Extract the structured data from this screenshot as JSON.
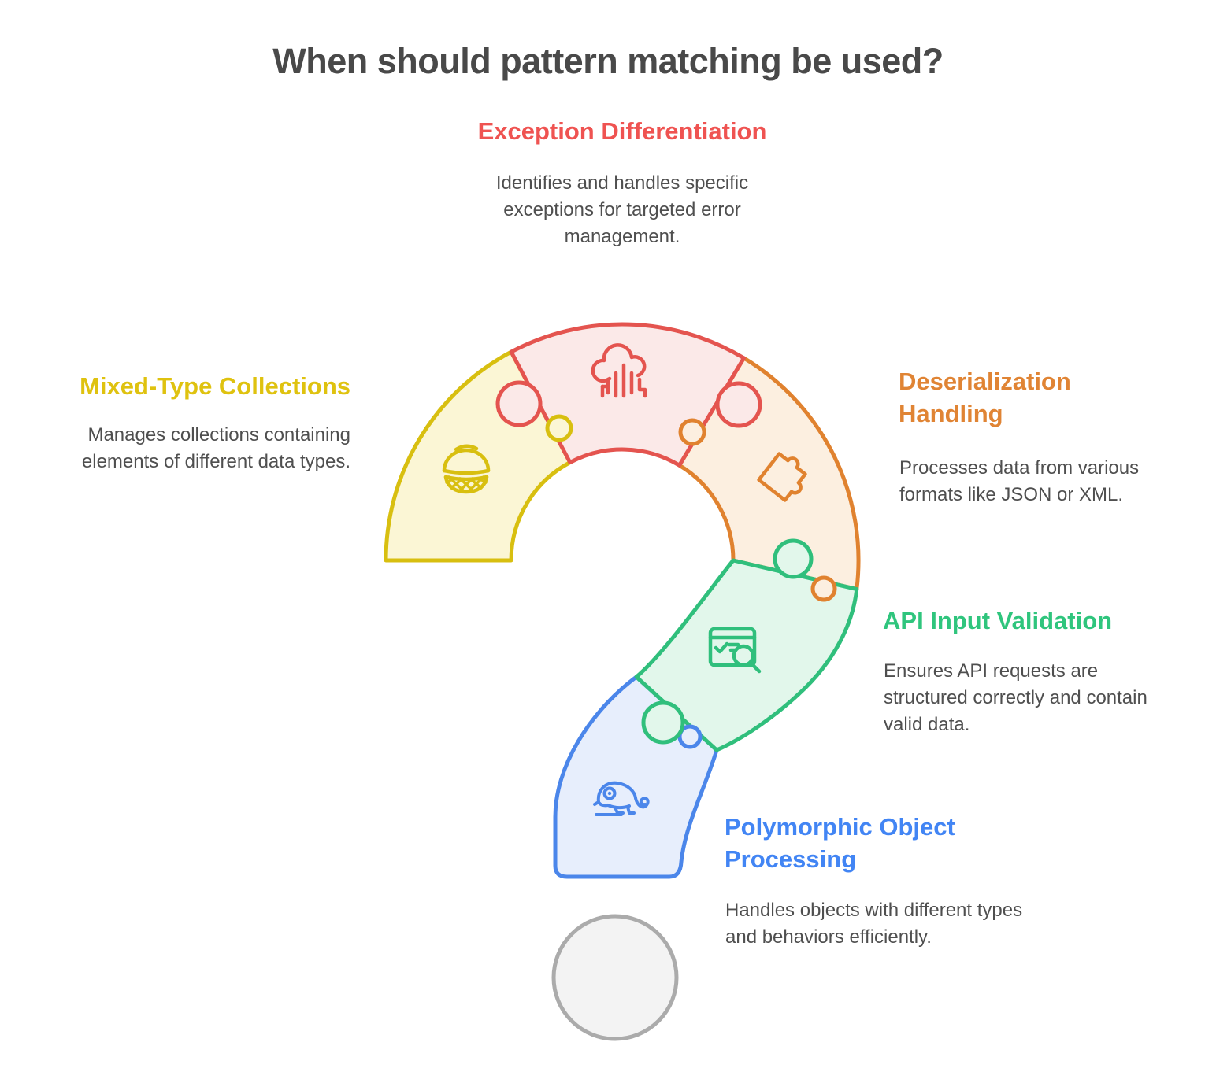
{
  "title": "When should pattern matching be used?",
  "sections": [
    {
      "id": "exception",
      "heading": "Exception Differentiation",
      "body": "Identifies and handles specific exceptions for targeted error management.",
      "color": "#ef5351",
      "piece_fill": "#fbe9e8",
      "piece_stroke": "#e4544f",
      "icon": "cloud-data-streams-icon"
    },
    {
      "id": "mixed",
      "heading": "Mixed-Type Collections",
      "body": "Manages collections containing elements of different data types.",
      "color": "#dfc20f",
      "piece_fill": "#fbf6d5",
      "piece_stroke": "#d8bf10",
      "icon": "basket-icon"
    },
    {
      "id": "deserialization",
      "heading": "Deserialization Handling",
      "body": "Processes data from various formats like JSON or XML.",
      "color": "#e08434",
      "piece_fill": "#fcefe0",
      "piece_stroke": "#e0822f",
      "icon": "puzzle-piece-icon"
    },
    {
      "id": "api",
      "heading": "API Input Validation",
      "body": "Ensures API requests are structured correctly and contain valid data.",
      "color": "#2fc57d",
      "piece_fill": "#e2f7eb",
      "piece_stroke": "#30bf7c",
      "icon": "validated-window-icon"
    },
    {
      "id": "polymorphic",
      "heading": "Polymorphic Object Processing",
      "body": "Handles objects with different types and behaviors efficiently.",
      "color": "#4285f4",
      "piece_fill": "#e7eefc",
      "piece_stroke": "#4b86ea",
      "icon": "chameleon-icon"
    }
  ],
  "colors": {
    "background": "#ffffff",
    "title_text": "#494949",
    "body_text": "#4f4f4f",
    "dot_fill": "#f3f3f3",
    "dot_stroke": "#ababab"
  }
}
